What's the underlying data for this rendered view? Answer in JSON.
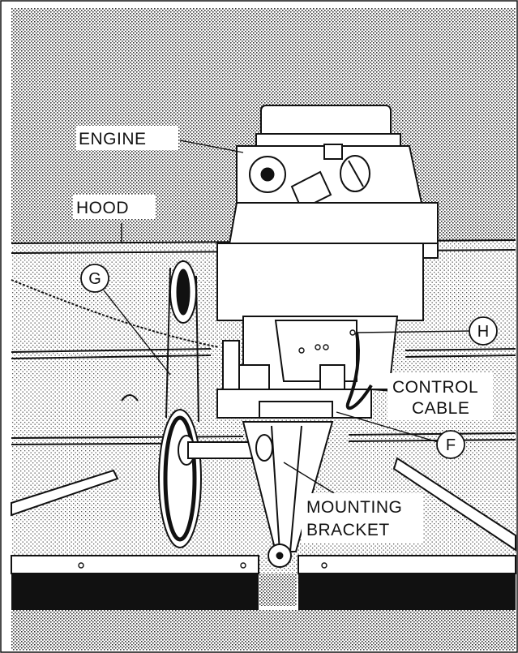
{
  "labels": {
    "engine": "ENGINE",
    "hood": "HOOD",
    "control_cable_1": "CONTROL",
    "control_cable_2": "CABLE",
    "mounting_bracket_1": "MOUNTING",
    "mounting_bracket_2": "BRACKET"
  },
  "callouts": {
    "g": "G",
    "h": "H",
    "f": "F"
  }
}
